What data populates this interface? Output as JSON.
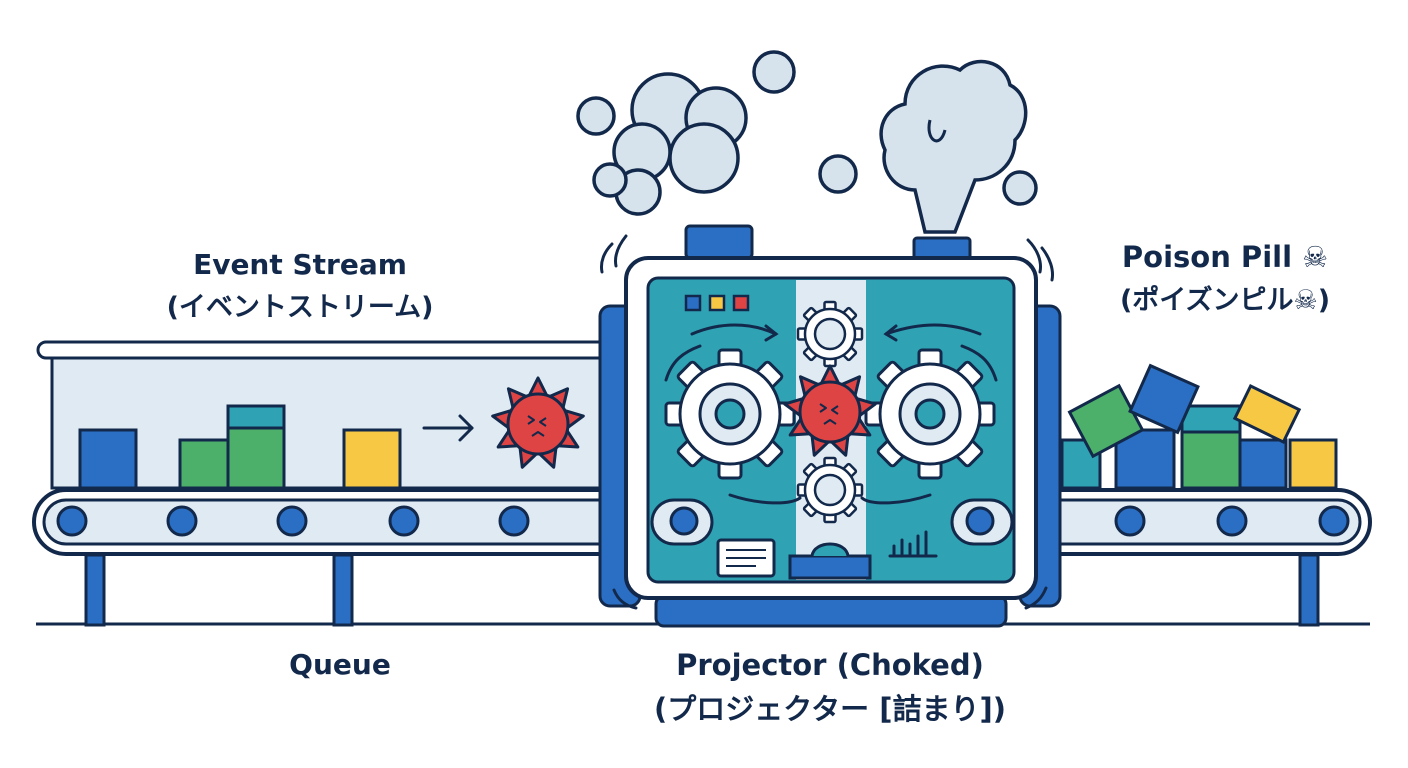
{
  "labels": {
    "event_stream": {
      "en": "Event Stream",
      "ja": "(イベントストリーム)"
    },
    "queue": "Queue",
    "projector": {
      "en": "Projector (Choked)",
      "ja": "(プロジェクター [詰まり])"
    },
    "poison_pill": {
      "en": "Poison Pill ☠",
      "ja": "(ポイズンピル☠)"
    }
  },
  "colors": {
    "navy": "#13294b",
    "blue": "#2a6fc4",
    "green": "#4caf6a",
    "teal": "#2fa3b4",
    "yellow": "#f6c844",
    "red": "#df4444",
    "light_blue": "#dfeaf3",
    "steam": "#d6e3ec"
  },
  "icons": [
    "gear-icon",
    "poison-pill-icon",
    "arrow-right-icon",
    "steam-cloud-icon",
    "document-icon",
    "bar-chart-icon"
  ]
}
